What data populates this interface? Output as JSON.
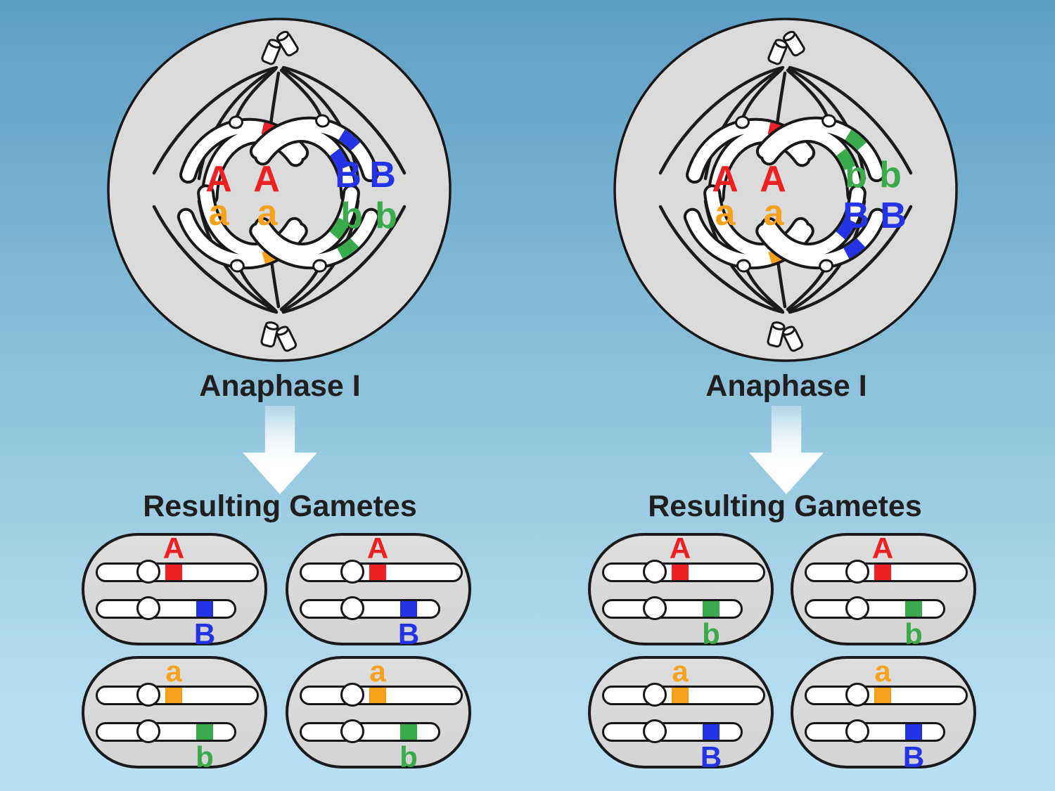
{
  "colors": {
    "red": "#ed2024",
    "orange": "#f7a11c",
    "blue": "#2433e6",
    "green": "#3aab4d",
    "heading_text": "#211e1f",
    "outline": "#18181a",
    "cell_fill": "#dbdbdb",
    "gamete_fill": "#d9d9d9",
    "chromosome_fill": "#ffffff",
    "arrow_fill": "#ffffff",
    "background_top": "#5e9ec4",
    "background_bottom": "#b9e1f2"
  },
  "left_panel": {
    "phase_label": "Anaphase I",
    "gametes_heading": "Resulting Gametes",
    "cell": {
      "quadrants": [
        {
          "position": "top-left",
          "letters": [
            "A",
            "A"
          ],
          "color": "red"
        },
        {
          "position": "top-right",
          "letters": [
            "B",
            "B"
          ],
          "color": "blue"
        },
        {
          "position": "bottom-left",
          "letters": [
            "a",
            "a"
          ],
          "color": "orange"
        },
        {
          "position": "bottom-right",
          "letters": [
            "b",
            "b"
          ],
          "color": "green"
        }
      ]
    },
    "gametes": [
      {
        "chromosome1": {
          "allele": "A",
          "color": "red"
        },
        "chromosome2": {
          "allele": "B",
          "color": "blue"
        }
      },
      {
        "chromosome1": {
          "allele": "A",
          "color": "red"
        },
        "chromosome2": {
          "allele": "B",
          "color": "blue"
        }
      },
      {
        "chromosome1": {
          "allele": "a",
          "color": "orange"
        },
        "chromosome2": {
          "allele": "b",
          "color": "green"
        }
      },
      {
        "chromosome1": {
          "allele": "a",
          "color": "orange"
        },
        "chromosome2": {
          "allele": "b",
          "color": "green"
        }
      }
    ]
  },
  "right_panel": {
    "phase_label": "Anaphase I",
    "gametes_heading": "Resulting Gametes",
    "cell": {
      "quadrants": [
        {
          "position": "top-left",
          "letters": [
            "A",
            "A"
          ],
          "color": "red"
        },
        {
          "position": "top-right",
          "letters": [
            "b",
            "b"
          ],
          "color": "green"
        },
        {
          "position": "bottom-left",
          "letters": [
            "a",
            "a"
          ],
          "color": "orange"
        },
        {
          "position": "bottom-right",
          "letters": [
            "B",
            "B"
          ],
          "color": "blue"
        }
      ]
    },
    "gametes": [
      {
        "chromosome1": {
          "allele": "A",
          "color": "red"
        },
        "chromosome2": {
          "allele": "b",
          "color": "green"
        }
      },
      {
        "chromosome1": {
          "allele": "A",
          "color": "red"
        },
        "chromosome2": {
          "allele": "b",
          "color": "green"
        }
      },
      {
        "chromosome1": {
          "allele": "a",
          "color": "orange"
        },
        "chromosome2": {
          "allele": "B",
          "color": "blue"
        }
      },
      {
        "chromosome1": {
          "allele": "a",
          "color": "orange"
        },
        "chromosome2": {
          "allele": "B",
          "color": "blue"
        }
      }
    ]
  }
}
